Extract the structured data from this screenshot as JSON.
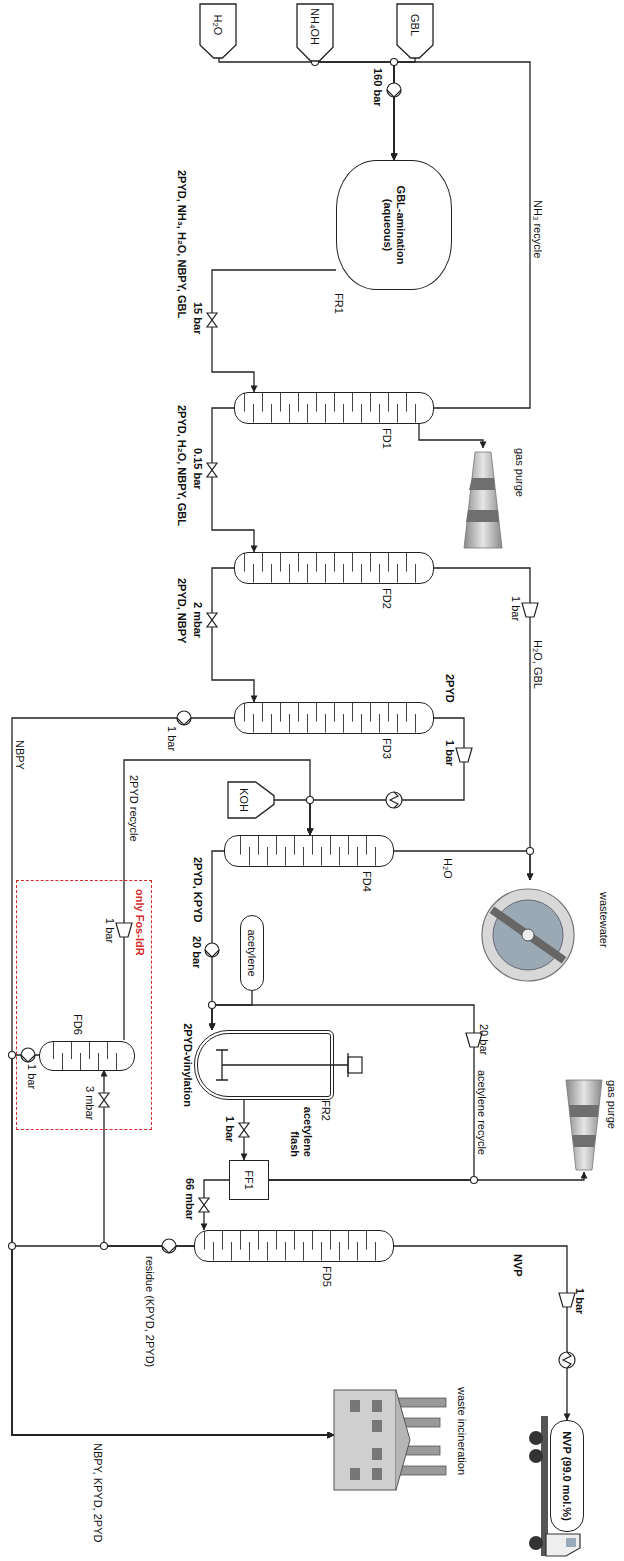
{
  "diagram": {
    "nodes": [
      {
        "text": [
          "H₂O"
        ]
      },
      {
        "text": [
          "NH₄OH"
        ]
      },
      {
        "text": [
          "GBL"
        ]
      },
      {
        "text": [
          "GBL-amination (aqueous)",
          "FR1"
        ]
      },
      {
        "text": [
          "FD1"
        ]
      },
      {
        "text": [
          "gas purge"
        ]
      },
      {
        "text": [
          "FD2"
        ]
      },
      {
        "text": [
          "FD3"
        ]
      },
      {
        "text": [
          "KOH"
        ]
      },
      {
        "text": [
          "FD4"
        ]
      },
      {
        "text": [
          "wastewater"
        ]
      },
      {
        "text": [
          "acetylene"
        ]
      },
      {
        "text": [
          "2PYD-vinylation",
          "FR2"
        ]
      },
      {
        "text": [
          "FF1",
          "acetylene flash"
        ]
      },
      {
        "text": [
          "gas purge"
        ]
      },
      {
        "text": [
          "FD5"
        ]
      },
      {
        "text": [
          "NVP (99.0 mol.%)"
        ]
      },
      {
        "text": [
          "only Fos-IdR"
        ]
      },
      {
        "text": [
          "FD6"
        ],
        "in": 17
      },
      {
        "text": [
          "waste incineration"
        ]
      }
    ],
    "edges": [
      {
        "from": 0,
        "to": 3,
        "arrow": "to"
      },
      {
        "from": 1,
        "to": 3,
        "arrow": "to"
      },
      {
        "from": 2,
        "to": 3,
        "arrow": "to"
      },
      {
        "from": 4,
        "to": 3,
        "arrow": "to"
      },
      {
        "from": 3,
        "to": 4,
        "arrow": "to"
      },
      {
        "from": 4,
        "to": 5,
        "arrow": "to"
      },
      {
        "from": 4,
        "to": 6,
        "arrow": "to"
      },
      {
        "from": 6,
        "to": 10,
        "arrow": "to"
      },
      {
        "from": 6,
        "to": 7,
        "arrow": "to"
      },
      {
        "from": 7,
        "to": 9,
        "arrow": "to"
      },
      {
        "from": 8,
        "to": 9,
        "arrow": "to"
      },
      {
        "from": 18,
        "to": 9,
        "arrow": "to"
      },
      {
        "from": 7,
        "to": 19,
        "arrow": "to"
      },
      {
        "from": 9,
        "to": 10,
        "arrow": "to"
      },
      {
        "from": 9,
        "to": 12,
        "arrow": "to"
      },
      {
        "from": 11,
        "to": 12,
        "arrow": "to"
      },
      {
        "from": 13,
        "to": 12,
        "arrow": "to"
      },
      {
        "from": 12,
        "to": 13,
        "arrow": "to"
      },
      {
        "from": 13,
        "to": 14,
        "arrow": "to"
      },
      {
        "from": 13,
        "to": 15,
        "arrow": "to"
      },
      {
        "from": 15,
        "to": 16,
        "arrow": "to"
      },
      {
        "from": 15,
        "to": 18,
        "arrow": "to"
      },
      {
        "from": 15,
        "to": 19,
        "arrow": "to"
      },
      {
        "from": 18,
        "to": 19,
        "arrow": "to"
      }
    ],
    "labels": [
      "160 bar",
      "NH₃ recycle",
      "15 bar",
      "2PYD, NH₃, H₂O, NBPY, GBL",
      "0.15 bar",
      "2PYD, H₂O, NBPY, GBL",
      "1 bar",
      "H₂O, GBL",
      "2 mbar",
      "2PYD, NBPY",
      "2PYD",
      "1 bar",
      "1 bar",
      "NBPY",
      "H₂O",
      "2PYD, KPYD",
      "20 bar",
      "2PYD recycle",
      "1 bar",
      "20 bar",
      "acetylene recycle",
      "1 bar",
      "66 mbar",
      "NVP",
      "1 bar",
      "residue (KPYD, 2PYD)",
      "3 mbar",
      "1 bar",
      "NBPY, KPYD, 2PYD"
    ]
  }
}
